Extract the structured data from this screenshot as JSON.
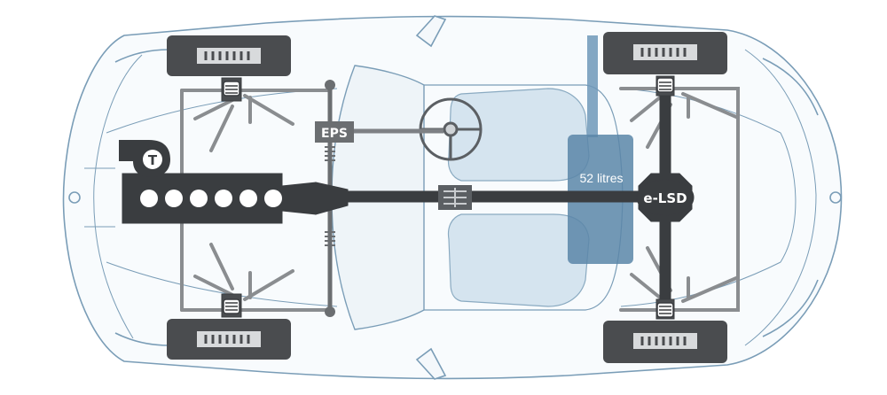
{
  "labels": {
    "eps": "EPS",
    "fuel_tank": "52 litres",
    "differential": "e-LSD",
    "turbo": "T"
  },
  "colors": {
    "body_outline": "#7a9db7",
    "body_fill": "#f7fafc",
    "glass": "#e6eff5",
    "seat": "#cfe0ec",
    "drivetrain": "#3a3d40",
    "suspension": "#8a8d90",
    "fuel_tank": "#4f7fa3",
    "tyre": "#4a4c4f",
    "rim": "#d8dadc"
  }
}
